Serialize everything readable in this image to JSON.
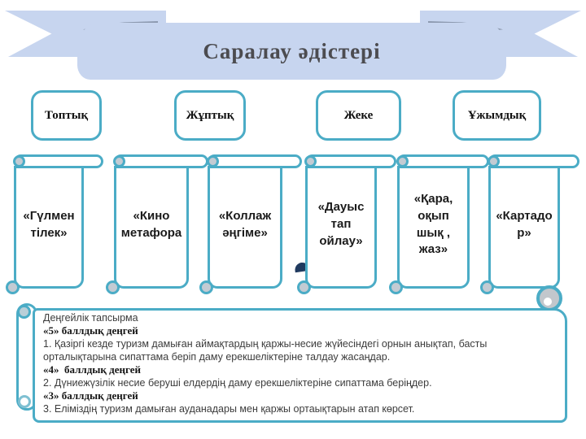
{
  "slide": {
    "title": "Саралау әдістері"
  },
  "methods": [
    {
      "label": "Топтық"
    },
    {
      "label": "Жұптық"
    },
    {
      "label": "Жеке"
    },
    {
      "label": "Ұжымдық"
    }
  ],
  "cards": [
    {
      "label": "«Гүлмен\nтілек»"
    },
    {
      "label": "«Кино\nметафора"
    },
    {
      "label": "«Коллаж\nәңгіме»"
    },
    {
      "label": "«Дауыс\nтап\nойлау»"
    },
    {
      "label": "«Қара,\nоқып\nшық ,\nжаз»"
    },
    {
      "label": "«Картадо\nр»"
    }
  ],
  "panel": {
    "intro": "Деңгейлік тапсырма",
    "level5_heading": "«5» баллдық деңгей",
    "level5_task": "1. Қазіргі кезде туризм дамыған аймақтардың қаржы-несие жүйесіндегі орнын анықтап, басты орталықтарына сипаттама беріп даму ерекшеліктеріне талдау жасаңдар.",
    "level4_heading": "«4»  баллдық деңгей",
    "level4_task": "2. Дүниежүзілік несие беруші елдердің даму ерекшеліктеріне сипаттама беріңдер.",
    "level3_heading": "«3» баллдық деңгей",
    "level3_task": "3. Еліміздің туризм дамыған ауданадары мен қаржы ортаықтарын атап көрсет."
  },
  "theme": {
    "accent_teal": "#4BACC6",
    "ribbon_fill": "#C7D5EF",
    "ribbon_fold": "#8C99AF",
    "navy_accent": "#203A5F",
    "title_color": "#4C4C50"
  }
}
